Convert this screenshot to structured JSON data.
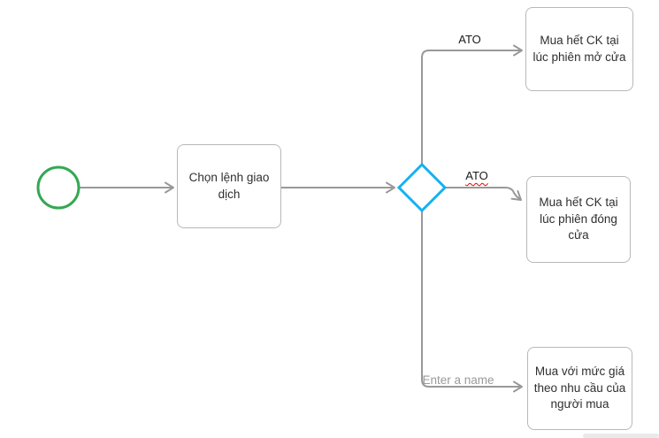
{
  "diagram": {
    "task": {
      "label": "Chọn lệnh giao dịch"
    },
    "outcomes": {
      "open": {
        "label": "Mua hết CK tại lúc phiên mở cửa"
      },
      "close": {
        "label": "Mua hết CK tại lúc phiên đóng cửa"
      },
      "custom": {
        "label": "Mua với mức giá theo nhu cầu của người mua"
      }
    },
    "edge_labels": {
      "to_open": "ATO",
      "to_close": "ATO",
      "to_custom": "Enter a name"
    },
    "colors": {
      "start_stroke": "#34a853",
      "gateway_stroke": "#16b1f0",
      "connector": "#999999",
      "node_border": "#b8b8b8",
      "node_text": "#2f2f2f",
      "edge_label_text": "#1a1a1a",
      "placeholder_text": "#9a9a9a",
      "misspell_underline": "#e60000",
      "scrollbar_thumb": "#e9e9e9"
    }
  }
}
